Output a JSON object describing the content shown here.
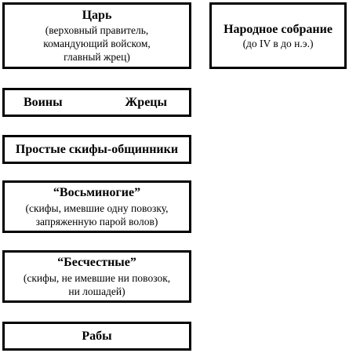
{
  "tsar": {
    "title": "Царь",
    "lines": [
      "(верховный правитель,",
      "командующий войском,",
      "главный жрец)"
    ]
  },
  "assembly": {
    "title": "Народное собрание",
    "note": "(до IV в до н.э.)"
  },
  "warriors_priests": {
    "left": "Воины",
    "right": "Жрецы"
  },
  "commoners": {
    "title": "Простые скифы-общинники"
  },
  "eight_legged": {
    "title": "“Восьминогие”",
    "lines": [
      "(скифы, имевшие одну повозку,",
      "запряженную парой волов)"
    ]
  },
  "dishonored": {
    "title": "“Бесчестные”",
    "lines": [
      "(скифы, не имевшие ни повозок,",
      "ни лошадей)"
    ]
  },
  "slaves": {
    "title": "Рабы"
  }
}
